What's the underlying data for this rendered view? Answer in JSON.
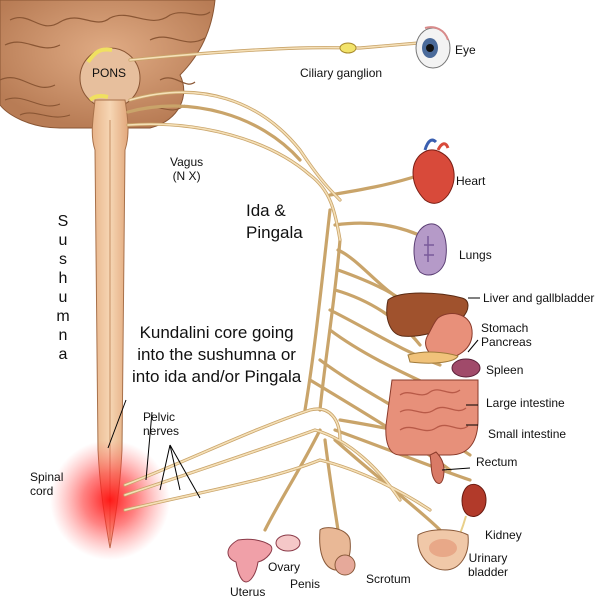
{
  "colors": {
    "nerve": "#f2d9a8",
    "nerve_edge": "#c9a46a",
    "spinal_cord": "#f3c9a2",
    "brain": "#c9926a",
    "glow": "#ff2020"
  },
  "labels": {
    "pons": "PONS",
    "ciliary_ganglion": "Ciliary ganglion",
    "eye": "Eye",
    "vagus": "Vagus\n(N X)",
    "ida_pingala": "Ida &\nPingala",
    "sushumna": "Sushumna",
    "kundalini": "Kundalini core going\ninto the sushumna or\ninto ida and/or Pingala",
    "pelvic_nerves": "Pelvic\nnerves",
    "spinal_cord": "Spinal\ncord",
    "heart": "Heart",
    "lungs": "Lungs",
    "liver": "Liver and gallbladder",
    "stomach": "Stomach",
    "pancreas": "Pancreas",
    "spleen": "Spleen",
    "large_intestine": "Large intestine",
    "small_intestine": "Small intestine",
    "rectum": "Rectum",
    "kidney": "Kidney",
    "urinary_bladder": "Urinary\nbladder",
    "scrotum": "Scrotum",
    "penis": "Penis",
    "ovary": "Ovary",
    "uterus": "Uterus"
  }
}
